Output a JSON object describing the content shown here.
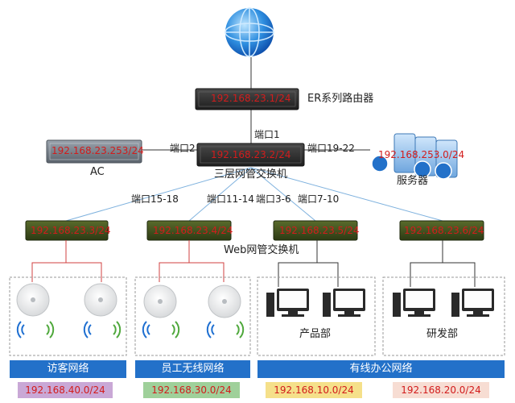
{
  "router": {
    "ip": "192.168.23.1/24",
    "label": "ER系列路由器"
  },
  "core_switch": {
    "ip": "192.168.23.2/24",
    "label": "三层网管交换机"
  },
  "ac": {
    "ip": "192.168.23.253/24",
    "label": "AC"
  },
  "server": {
    "ip": "192.168.253.0/24",
    "label": "服务器"
  },
  "ports": {
    "router_link": "端口1",
    "ac_link": "端口2",
    "server_link": "端口19-22",
    "sw1_link": "端口15-18",
    "sw2_link": "端口11-14",
    "sw3_link": "端口3-6",
    "sw4_link": "端口7-10"
  },
  "access_switches": [
    {
      "ip": "192.168.23.3/24"
    },
    {
      "ip": "192.168.23.4/24"
    },
    {
      "ip": "192.168.23.5/24"
    },
    {
      "ip": "192.168.23.6/24"
    }
  ],
  "access_switch_label": "Web网管交换机",
  "dept_labels": {
    "product": "产品部",
    "rnd": "研发部"
  },
  "networks": [
    {
      "name": "访客网络",
      "subnet": "192.168.40.0/24",
      "subnet_color": "#c9a8d6"
    },
    {
      "name": "员工无线网络",
      "subnet": "192.168.30.0/24",
      "subnet_color": "#9fd09a"
    },
    {
      "name": "有线办公网络",
      "subnet": "192.168.10.0/24",
      "subnet_color": "#f5e08a"
    },
    {
      "name": "",
      "subnet": "192.168.20.0/24",
      "subnet_color": "#f7ddd3"
    }
  ],
  "colors": {
    "bar_blue": "#2371c9",
    "switch_green": "#3b4d1f",
    "link_blue": "#7fb2de",
    "link_red": "#d04040",
    "link_black": "#333333"
  }
}
